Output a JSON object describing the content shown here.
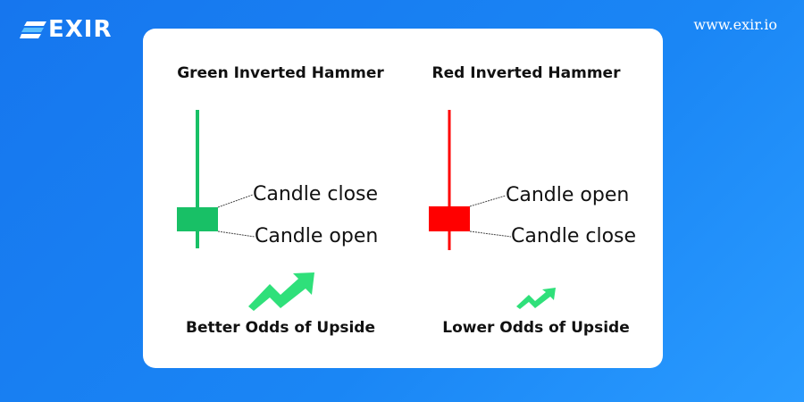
{
  "brand": {
    "logo": "EXIR",
    "website": "www.exir.io"
  },
  "left": {
    "title": "Green Inverted Hammer",
    "upper_label": "Candle close",
    "lower_label": "Candle open",
    "caption": "Better Odds of Upside",
    "color": "#18c066"
  },
  "right": {
    "title": "Red Inverted Hammer",
    "upper_label": "Candle open",
    "lower_label": "Candle close",
    "caption": "Lower Odds of Upside",
    "color": "#ff0000"
  },
  "arrow_color": "#2fe07a"
}
